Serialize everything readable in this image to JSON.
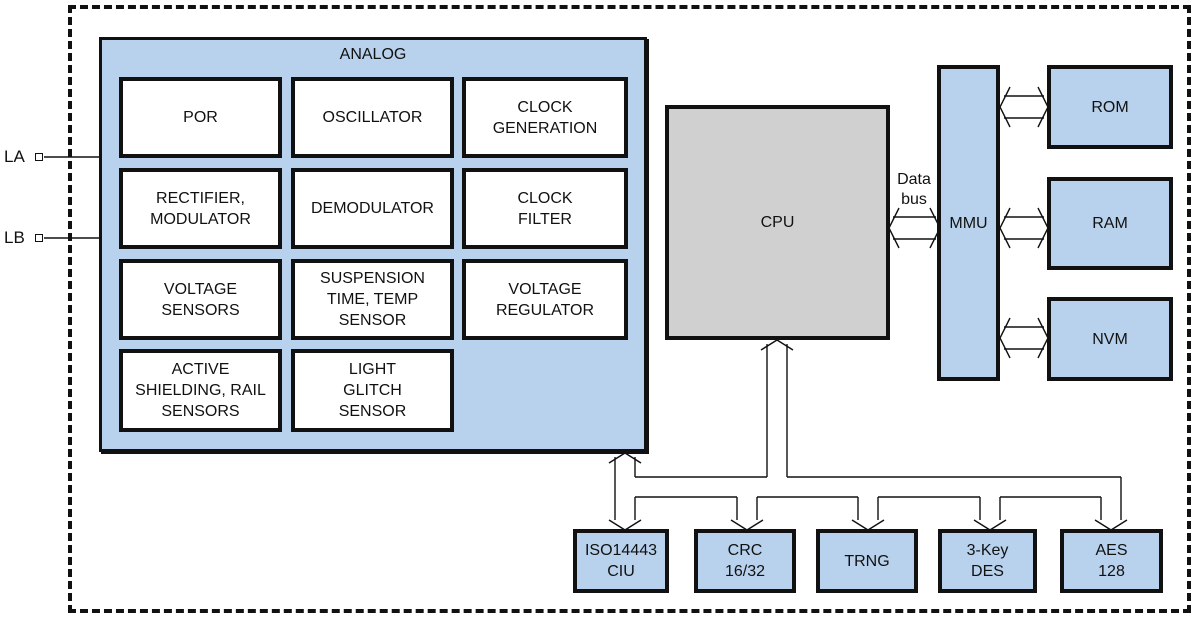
{
  "analog": {
    "title": "ANALOG",
    "cells": [
      {
        "label": "POR"
      },
      {
        "label": "OSCILLATOR"
      },
      {
        "label": "CLOCK\nGENERATION"
      },
      {
        "label": "RECTIFIER,\nMODULATOR"
      },
      {
        "label": "DEMODULATOR"
      },
      {
        "label": "CLOCK\nFILTER"
      },
      {
        "label": "VOLTAGE\nSENSORS"
      },
      {
        "label": "SUSPENSION\nTIME, TEMP\nSENSOR"
      },
      {
        "label": "VOLTAGE\nREGULATOR"
      },
      {
        "label": "ACTIVE\nSHIELDING, RAIL\nSENSORS"
      },
      {
        "label": "LIGHT\nGLITCH\nSENSOR"
      }
    ]
  },
  "pins": {
    "la": "LA",
    "lb": "LB"
  },
  "cpu": {
    "label": "CPU"
  },
  "data_bus": {
    "label": "Data\nbus"
  },
  "mmu": {
    "label": "MMU"
  },
  "memories": {
    "rom": "ROM",
    "ram": "RAM",
    "nvm": "NVM"
  },
  "peripherals": {
    "iso": "ISO14443\nCIU",
    "crc": "CRC\n16/32",
    "trng": "TRNG",
    "des": "3-Key\nDES",
    "aes": "AES\n128"
  },
  "colors": {
    "block_blue": "#b8d1ec",
    "cpu_gray": "#d0d0d0",
    "outline": "#111111"
  }
}
